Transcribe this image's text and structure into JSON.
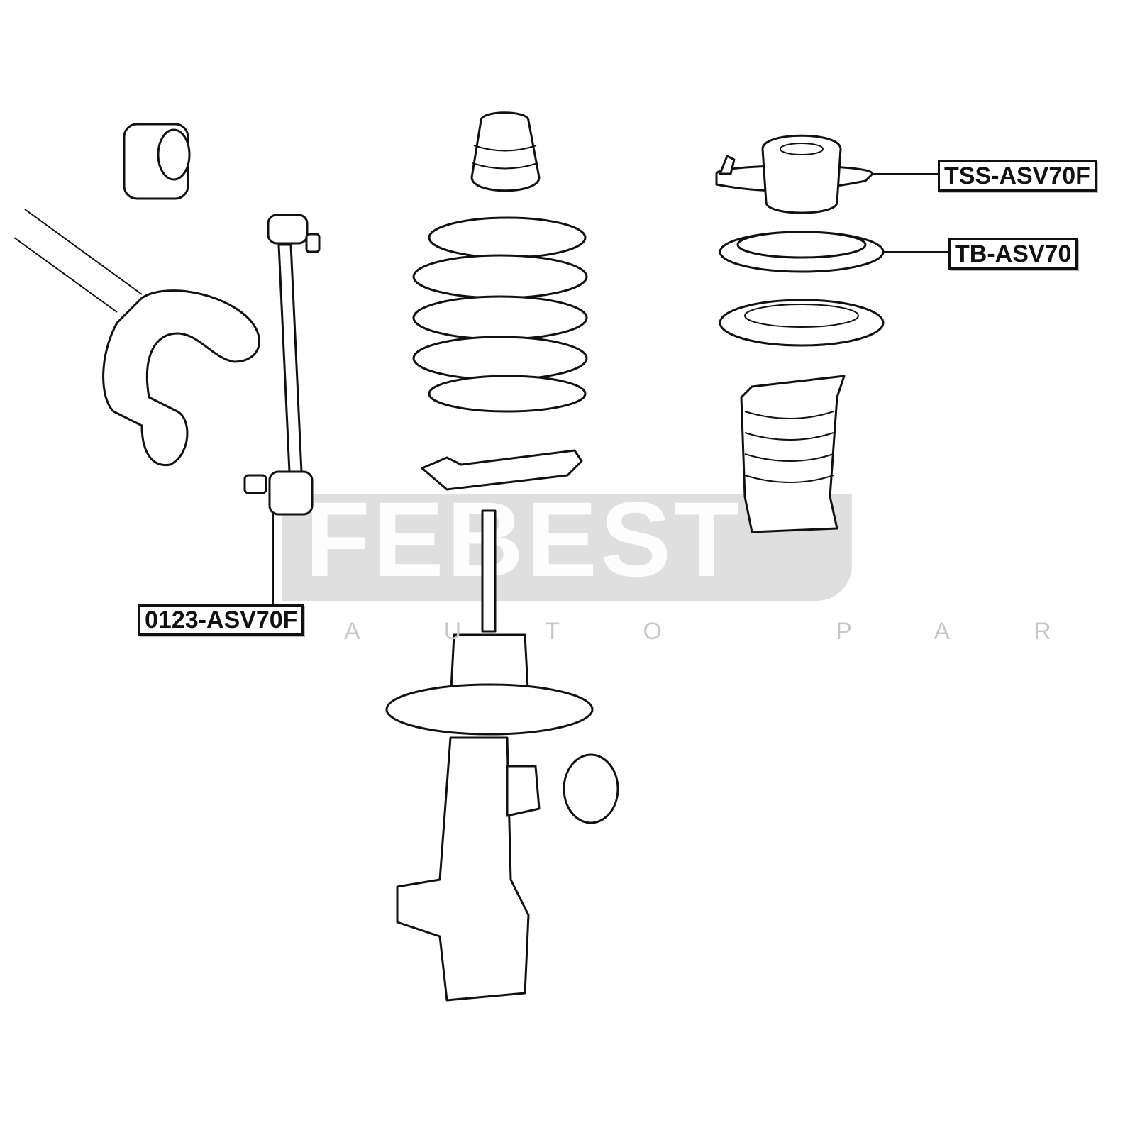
{
  "diagram": {
    "watermark": {
      "brand": "FEBEST",
      "tagline": "AUTO PARTS"
    },
    "labels": [
      {
        "id": "top-mount",
        "text": "TSS-ASV70F"
      },
      {
        "id": "bearing",
        "text": "TB-ASV70"
      },
      {
        "id": "stabilizer-link",
        "text": "0123-ASV70F"
      }
    ]
  }
}
